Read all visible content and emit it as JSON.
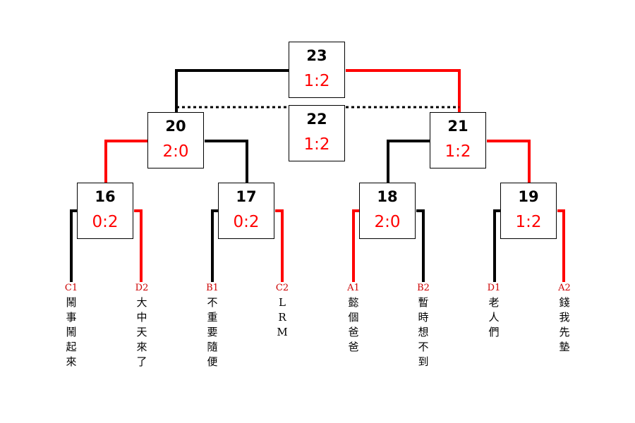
{
  "colors": {
    "line_default": "#000000",
    "line_winner": "#ff0000",
    "score": "#ff0000",
    "code": "#cc0000"
  },
  "matches": [
    {
      "id": "23",
      "score": "1:2"
    },
    {
      "id": "22",
      "score": "1:2"
    },
    {
      "id": "20",
      "score": "2:0"
    },
    {
      "id": "21",
      "score": "1:2"
    },
    {
      "id": "16",
      "score": "0:2"
    },
    {
      "id": "17",
      "score": "0:2"
    },
    {
      "id": "18",
      "score": "2:0"
    },
    {
      "id": "19",
      "score": "1:2"
    }
  ],
  "teams": [
    {
      "code": "C1",
      "name": "鬧事鬧起來"
    },
    {
      "code": "D2",
      "name": "大中天來了"
    },
    {
      "code": "B1",
      "name": "不重要隨便"
    },
    {
      "code": "C2",
      "name": "LRM"
    },
    {
      "code": "A1",
      "name": "懿個爸爸"
    },
    {
      "code": "B2",
      "name": "暫時想不到"
    },
    {
      "code": "D1",
      "name": "老人們"
    },
    {
      "code": "A2",
      "name": "錢我先墊"
    }
  ]
}
